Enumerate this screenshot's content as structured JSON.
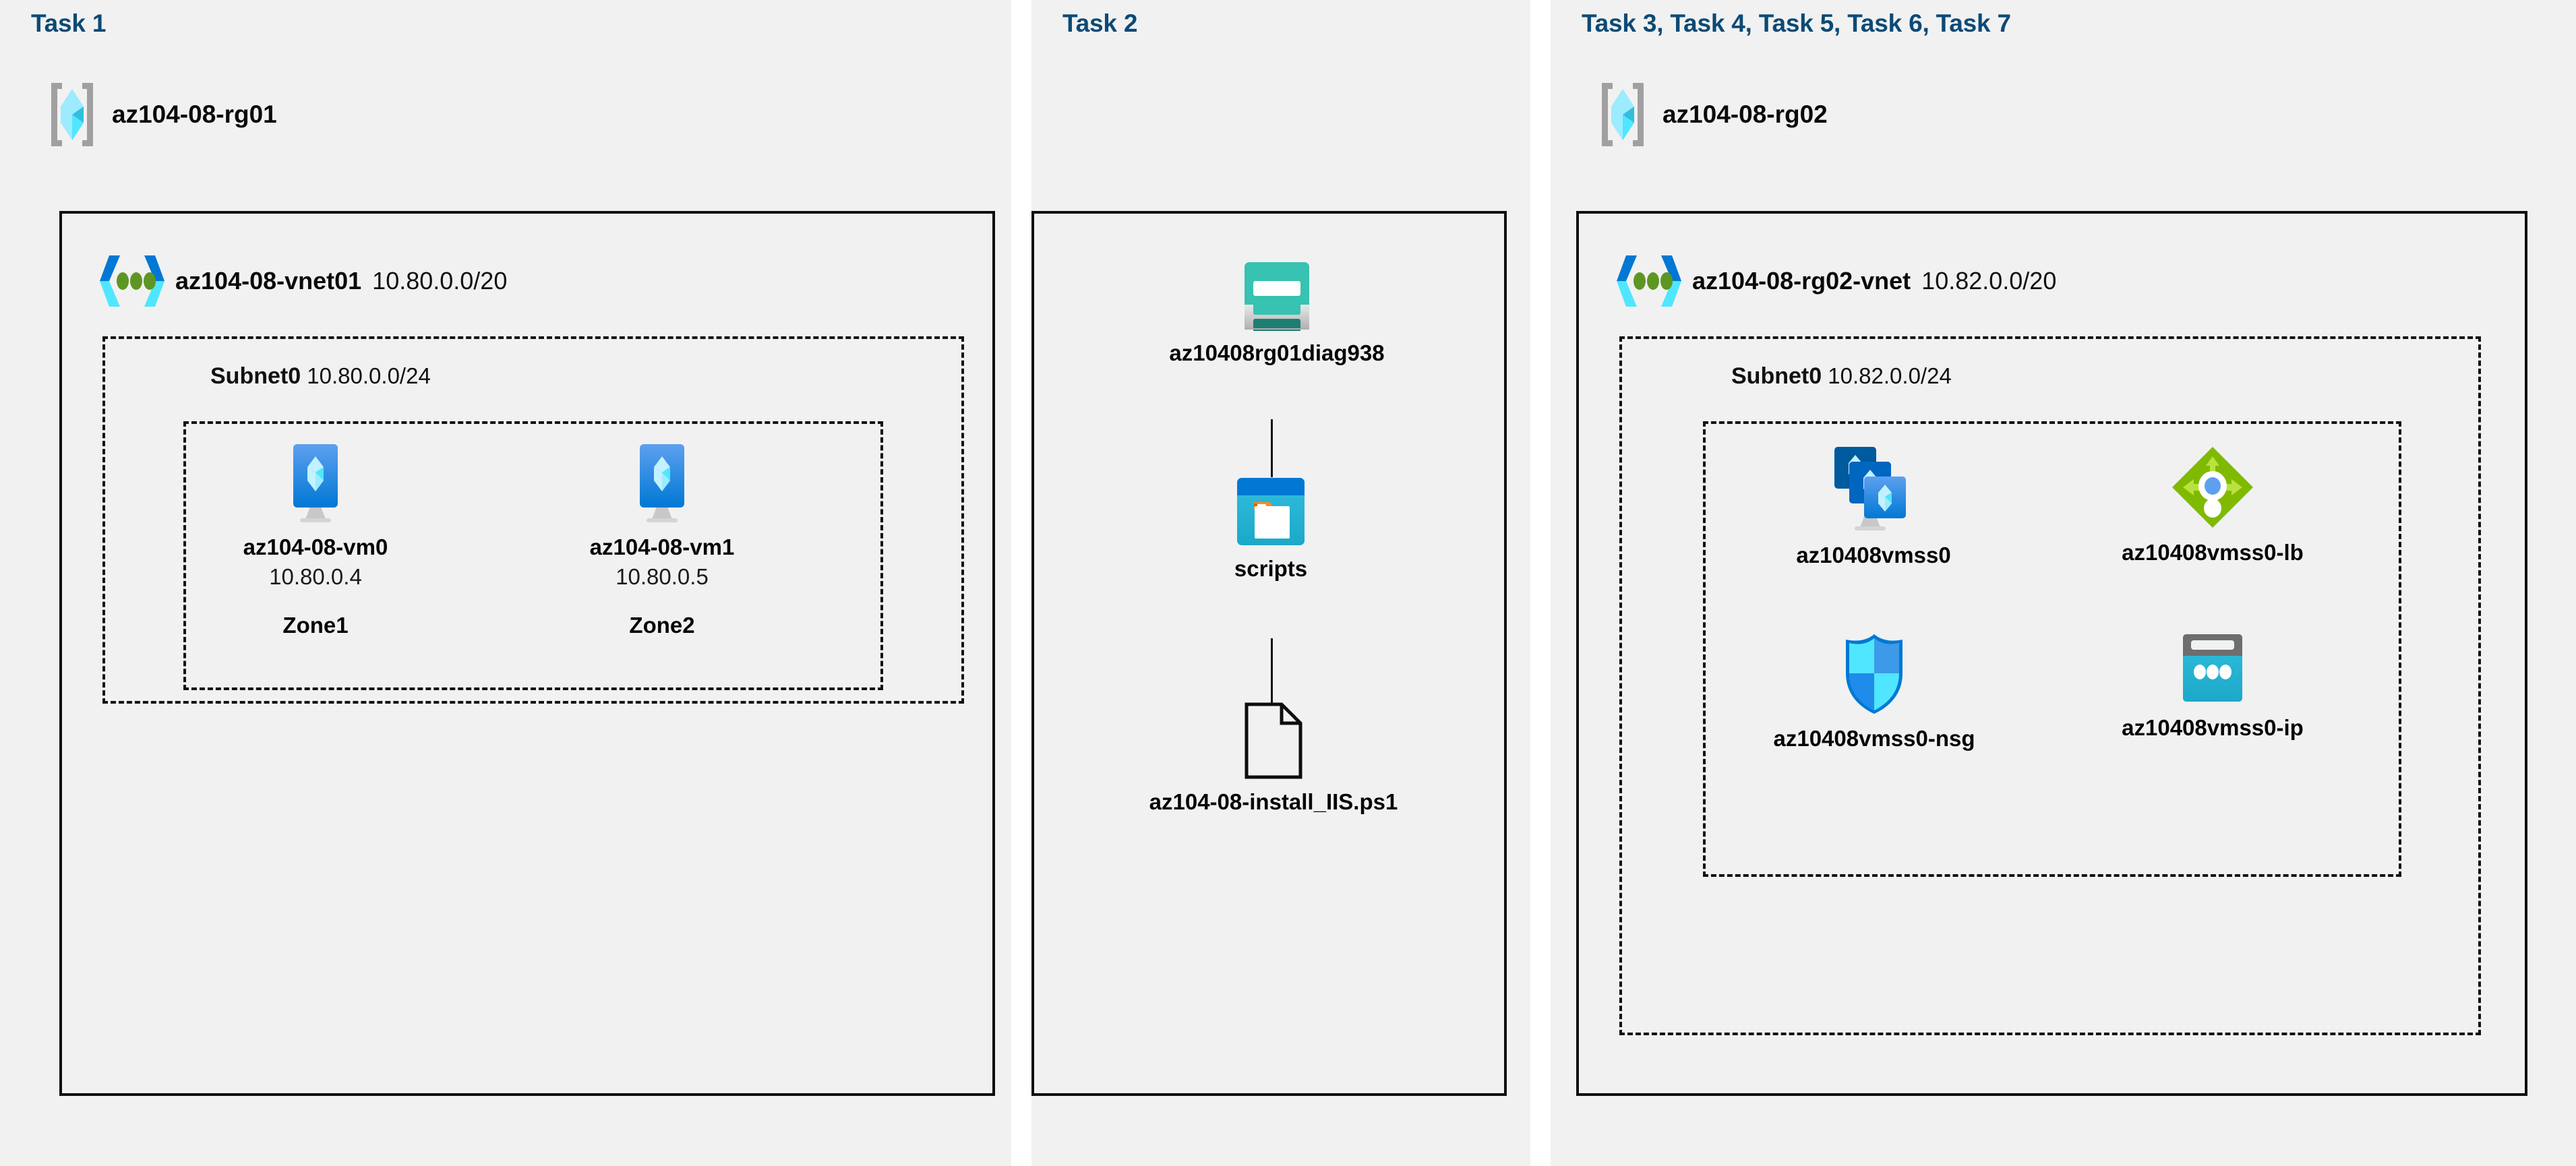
{
  "panels": [
    {
      "task_label": "Task 1"
    },
    {
      "task_label": "Task 2"
    },
    {
      "task_label": "Task 3, Task 4, Task 5, Task 6, Task 7"
    }
  ],
  "task1": {
    "resource_group": {
      "name": "az104-08-rg01",
      "icon": "resource-group-icon"
    },
    "vnet": {
      "name": "az104-08-vnet01",
      "cidr": "10.80.0.0/20",
      "icon": "virtual-network-icon"
    },
    "subnet": {
      "name": "Subnet0",
      "cidr": "10.80.0.0/24"
    },
    "vms": [
      {
        "name": "az104-08-vm0",
        "ip": "10.80.0.4",
        "zone": "Zone1",
        "icon": "virtual-machine-icon"
      },
      {
        "name": "az104-08-vm1",
        "ip": "10.80.0.5",
        "zone": "Zone2",
        "icon": "virtual-machine-icon"
      }
    ]
  },
  "task2": {
    "storage_account": {
      "name": "az10408rg01diag938",
      "icon": "storage-account-icon"
    },
    "container": {
      "name": "scripts",
      "icon": "blob-container-icon"
    },
    "file": {
      "name": "az104-08-install_IIS.ps1",
      "icon": "script-file-icon"
    }
  },
  "task3": {
    "resource_group": {
      "name": "az104-08-rg02",
      "icon": "resource-group-icon"
    },
    "vnet": {
      "name": "az104-08-rg02-vnet",
      "cidr": "10.82.0.0/20",
      "icon": "virtual-network-icon"
    },
    "subnet": {
      "name": "Subnet0",
      "cidr": "10.82.0.0/24"
    },
    "resources": [
      {
        "name": "az10408vmss0",
        "icon": "vm-scale-set-icon"
      },
      {
        "name": "az10408vmss0-lb",
        "icon": "load-balancer-icon"
      },
      {
        "name": "az10408vmss0-nsg",
        "icon": "network-security-group-icon"
      },
      {
        "name": "az10408vmss0-ip",
        "icon": "public-ip-address-icon"
      }
    ]
  },
  "colors": {
    "task_label": "#0c4a76",
    "panel_background": "#f1f1f1",
    "border": "#0d0d0d",
    "azure_blue": "#0078d4",
    "cyan": "#32bedd",
    "teal": "#37c2b1",
    "teal_dark": "#258277",
    "green": "#7fba00",
    "orange": "#f78d1e"
  }
}
